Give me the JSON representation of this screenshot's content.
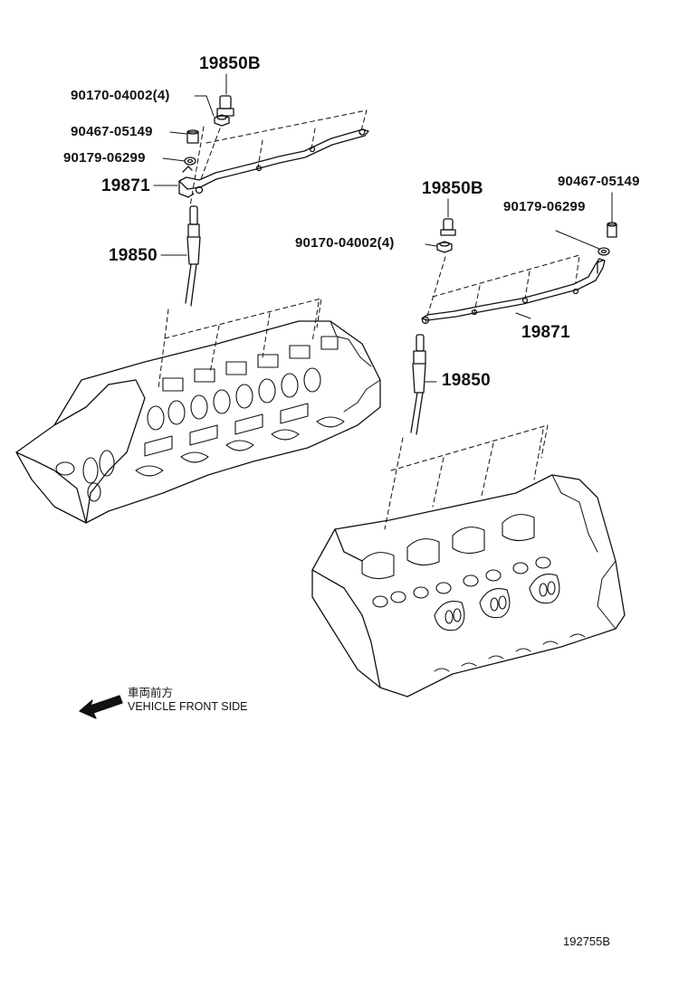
{
  "diagram": {
    "left_group": {
      "glow_plug_cap": "19850B",
      "nut": "90170-04002(4)",
      "connector": "90467-05149",
      "washer": "90179-06299",
      "connector_bar": "19871",
      "glow_plug": "19850"
    },
    "right_group": {
      "glow_plug_cap": "19850B",
      "nut": "90170-04002(4)",
      "connector": "90467-05149",
      "washer": "90179-06299",
      "connector_bar": "19871",
      "glow_plug": "19850"
    },
    "direction_note": {
      "japanese": "車両前方",
      "english": "VEHICLE FRONT SIDE"
    },
    "illustration_code": "192755B"
  }
}
